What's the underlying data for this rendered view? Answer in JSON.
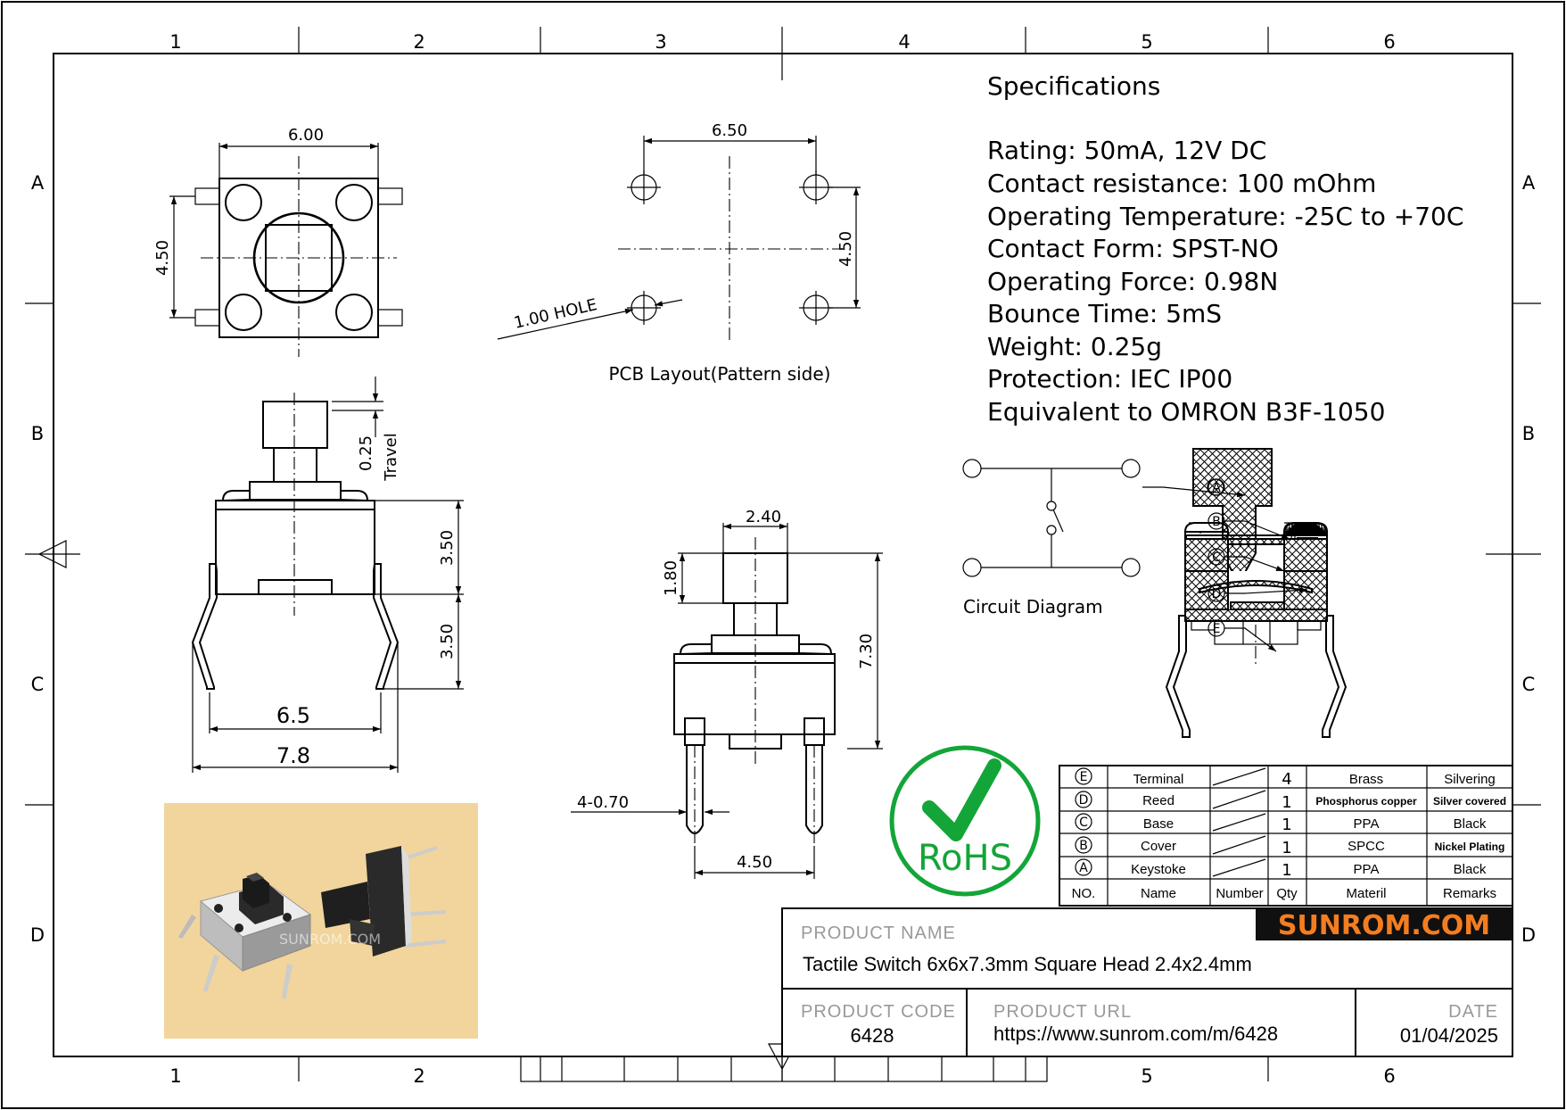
{
  "border": {
    "columns": [
      "1",
      "2",
      "3",
      "4",
      "5",
      "6"
    ],
    "rows": [
      "A",
      "B",
      "C",
      "D"
    ]
  },
  "top_view": {
    "width_dim": "6.00",
    "height_dim": "4.50"
  },
  "pcb_layout": {
    "width_dim": "6.50",
    "height_dim": "4.50",
    "hole_label": "1.00 HOLE",
    "caption": "PCB  Layout(Pattern  side)"
  },
  "side_view": {
    "travel_dim": "0.25",
    "travel_label": "Travel",
    "upper_dim": "3.50",
    "lower_dim": "3.50",
    "inner_width": "6.5",
    "outer_width": "7.8"
  },
  "front_view": {
    "head_width": "2.40",
    "head_height": "1.80",
    "total_height": "7.30",
    "pin_dim": "4-0.70",
    "pin_pitch": "4.50"
  },
  "specifications": {
    "title": "Specifications",
    "lines": [
      "Rating: 50mA, 12V DC",
      "Contact resistance: 100 mOhm",
      "Operating Temperature: -25C to +70C",
      "Contact Form: SPST-NO",
      "Operating Force: 0.98N",
      "Bounce Time: 5mS",
      "Weight: 0.25g",
      "Protection: IEC IP00",
      "Equivalent to OMRON B3F-1050"
    ]
  },
  "circuit": {
    "caption": "Circuit  Diagram"
  },
  "section_callouts": [
    "A",
    "B",
    "C",
    "D",
    "E"
  ],
  "rohs": {
    "text": "RoHS",
    "color": "#13a538"
  },
  "bom": {
    "header": [
      "NO.",
      "Name",
      "Number",
      "Qty",
      "Materil",
      "Remarks"
    ],
    "rows": [
      {
        "no": "E",
        "name": "Terminal",
        "qty": "4",
        "material": "Brass",
        "remarks": "Silvering"
      },
      {
        "no": "D",
        "name": "Reed",
        "qty": "1",
        "material": "Phosphorus copper",
        "remarks": "Silver covered"
      },
      {
        "no": "C",
        "name": "Base",
        "qty": "1",
        "material": "PPA",
        "remarks": "Black"
      },
      {
        "no": "B",
        "name": "Cover",
        "qty": "1",
        "material": "SPCC",
        "remarks": "Nickel Plating"
      },
      {
        "no": "A",
        "name": "Keystoke",
        "qty": "1",
        "material": "PPA",
        "remarks": "Black"
      }
    ]
  },
  "photo": {
    "watermark": "SUNROM.COM",
    "background_color": "#f1d59c"
  },
  "title_block": {
    "brand": "SUNROM.COM",
    "brand_color": "#f47d20",
    "product_name_label": "PRODUCT NAME",
    "product_name": "Tactile Switch 6x6x7.3mm Square Head 2.4x2.4mm",
    "product_code_label": "PRODUCT CODE",
    "product_code": "6428",
    "product_url_label": "PRODUCT URL",
    "product_url": "https://www.sunrom.com/m/6428",
    "date_label": "DATE",
    "date": "01/04/2025"
  }
}
